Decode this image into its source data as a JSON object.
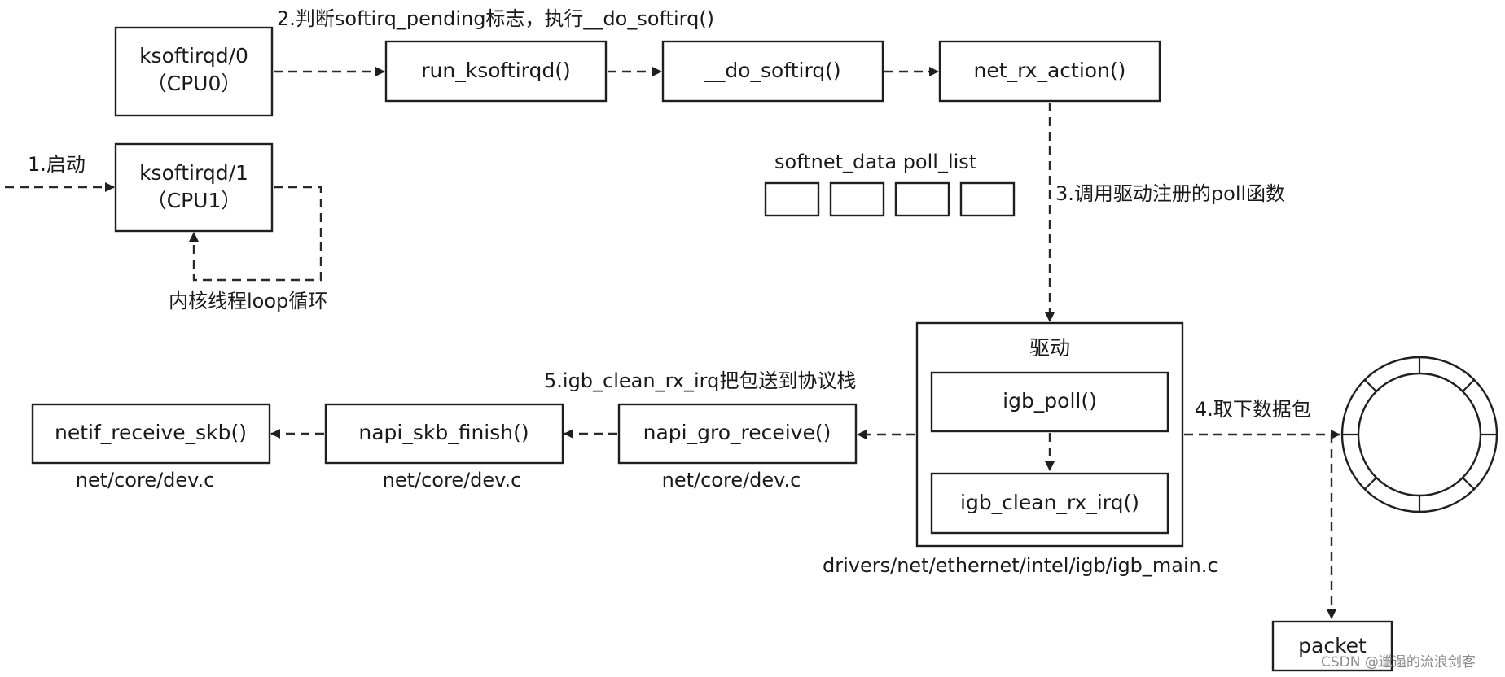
{
  "boxes": {
    "ksoftirqd0": [
      "ksoftirqd/0",
      "（CPU0）"
    ],
    "ksoftirqd1": [
      "ksoftirqd/1",
      "（CPU1）"
    ],
    "run_ksoftirqd": "run_ksoftirqd()",
    "do_softirq": "__do_softirq()",
    "net_rx_action": "net_rx_action()",
    "driver_title": "驱动",
    "igb_poll": "igb_poll()",
    "igb_clean_rx_irq": "igb_clean_rx_irq()",
    "napi_gro_receive": "napi_gro_receive()",
    "napi_skb_finish": "napi_skb_finish()",
    "netif_receive_skb": "netif_receive_skb()",
    "packet": "packet"
  },
  "labels": {
    "step1": "1.启动",
    "step2": "2.判断softirq_pending标志，执行__do_softirq()",
    "step3": "3.调用驱动注册的poll函数",
    "step4": "4.取下数据包",
    "step5": "5.igb_clean_rx_irq把包送到协议栈",
    "loop": "内核线程loop循环",
    "poll_list": "softnet_data poll_list",
    "driver_path": "drivers/net/ethernet/intel/igb/igb_main.c",
    "dev_c_1": "net/core/dev.c",
    "dev_c_2": "net/core/dev.c",
    "dev_c_3": "net/core/dev.c"
  },
  "watermark": "CSDN @邋遢的流浪剑客"
}
